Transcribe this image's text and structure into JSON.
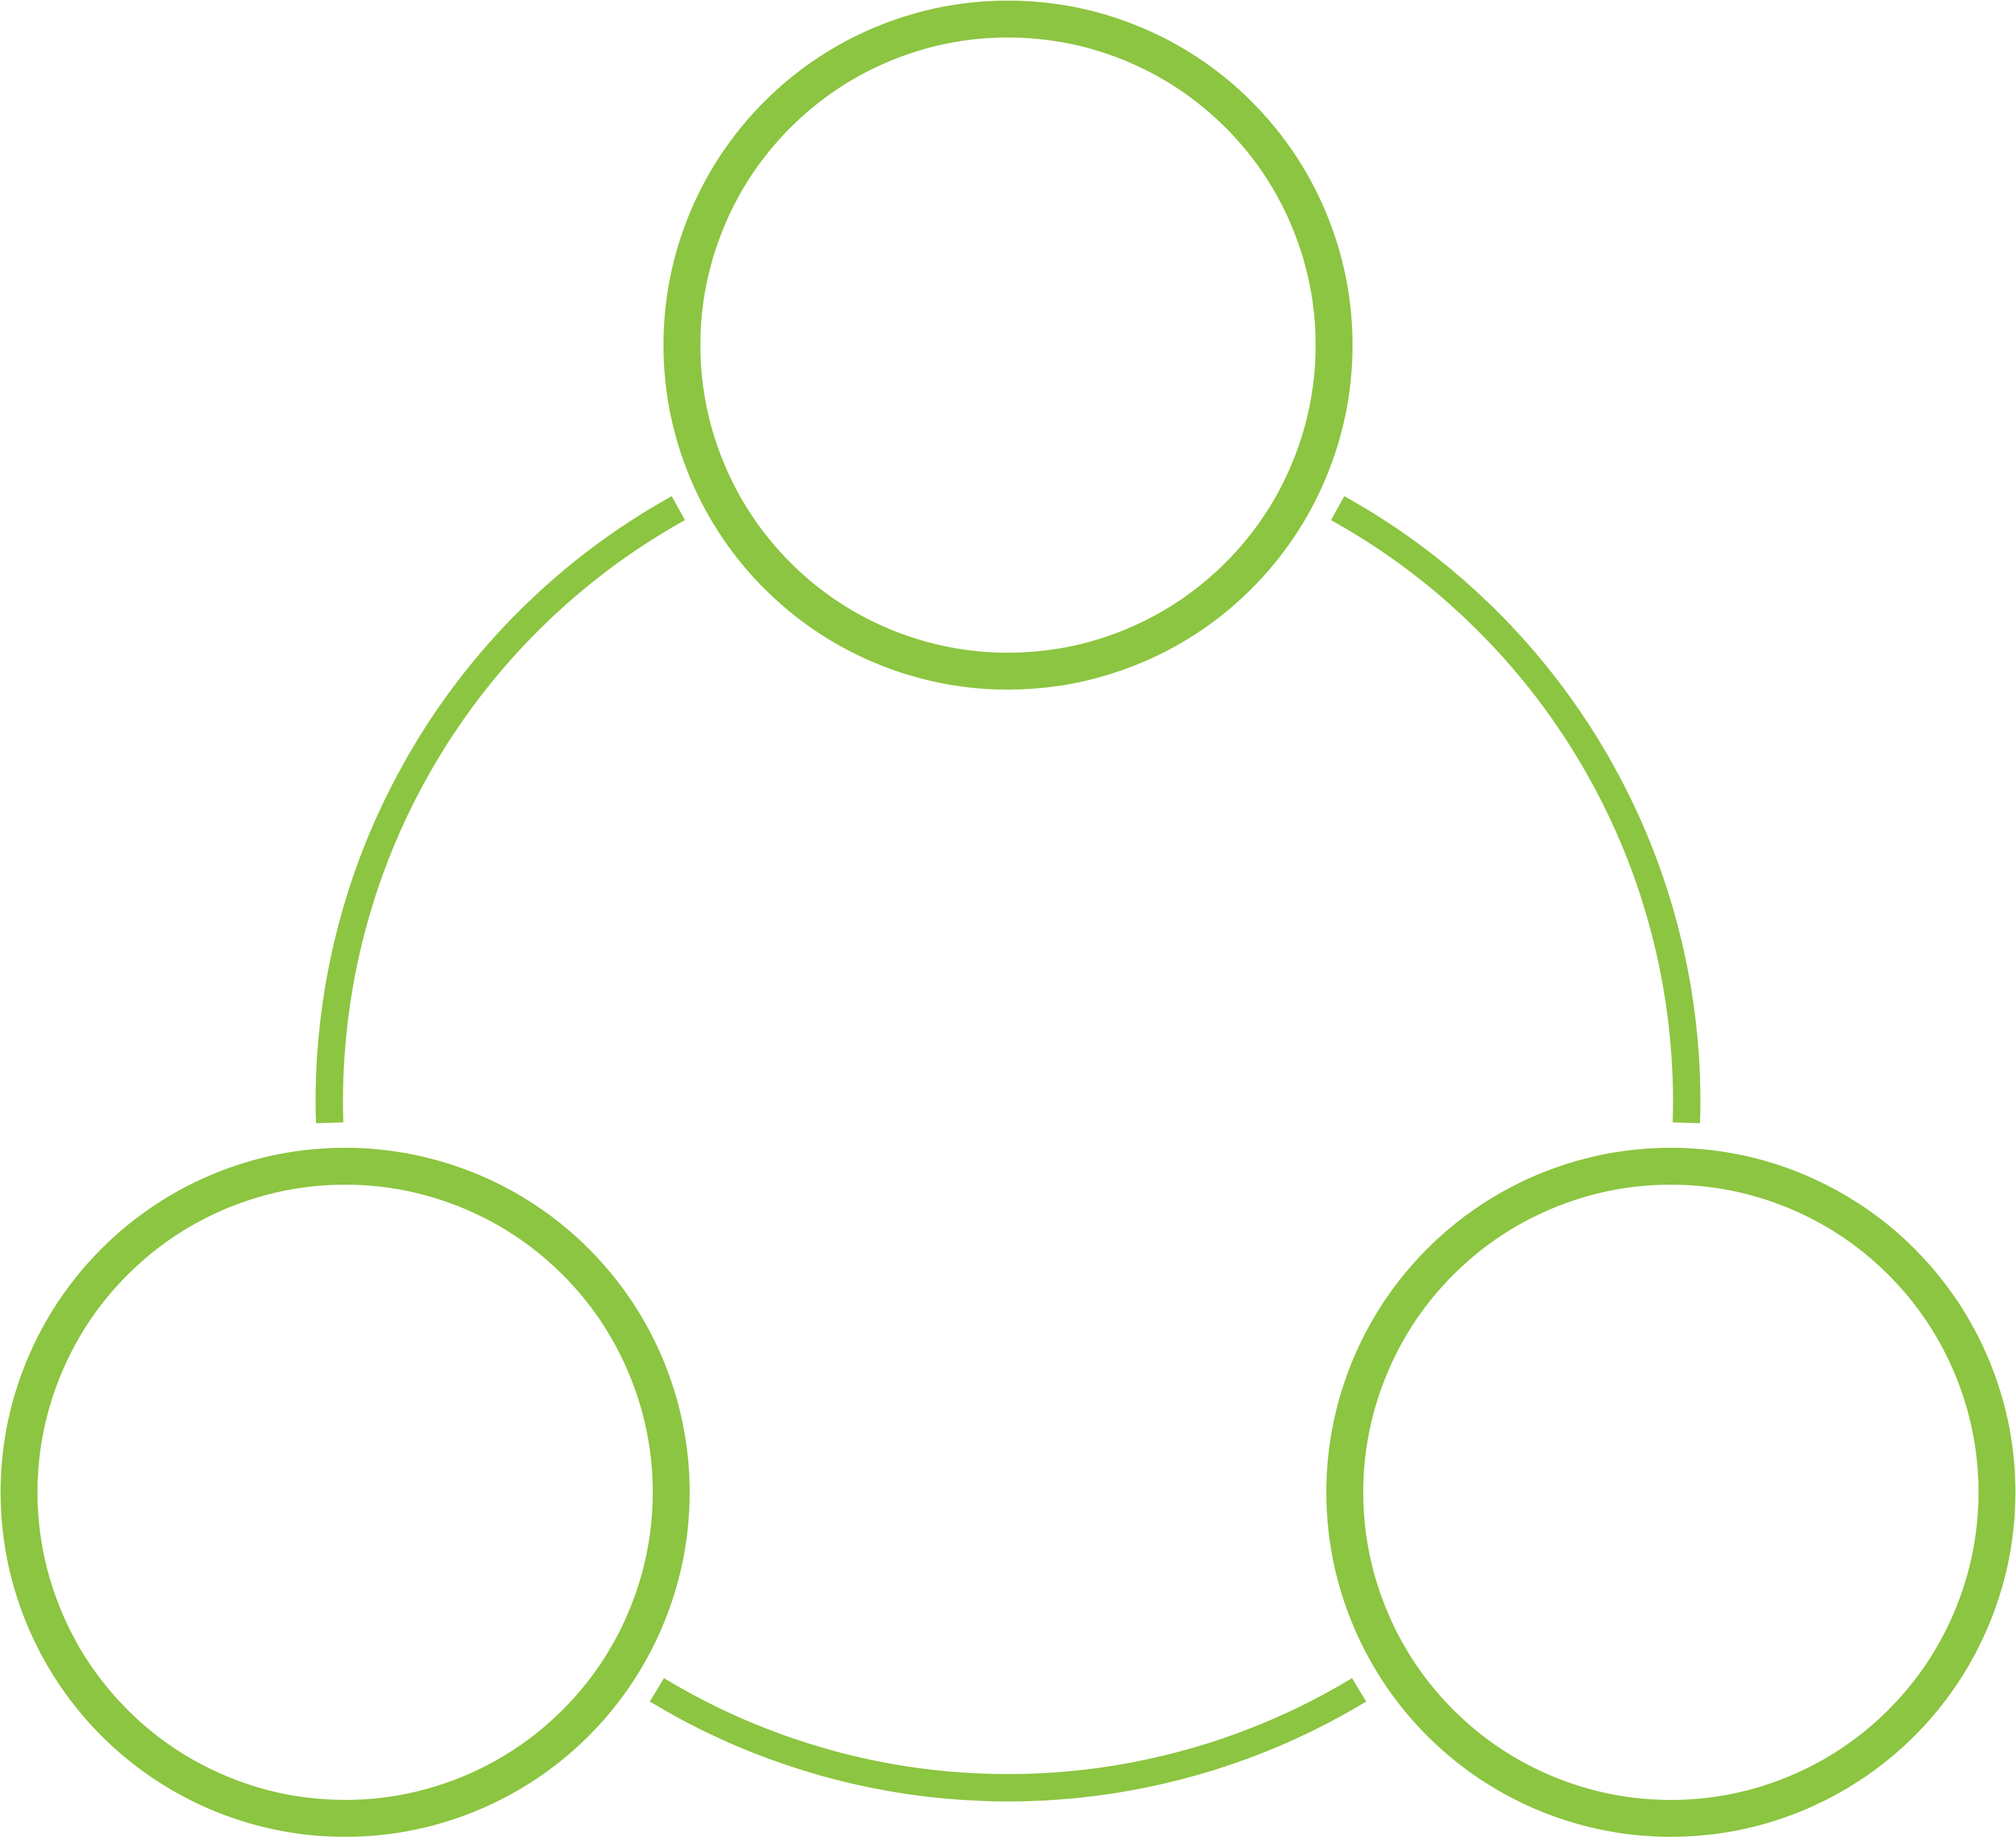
{
  "diagram": {
    "shape": "three-node-cycle",
    "stroke_color": "#8cc541",
    "background_color": "#ffffff",
    "nodes": [
      {
        "id": "top",
        "label": ""
      },
      {
        "id": "bottom-left",
        "label": ""
      },
      {
        "id": "bottom-right",
        "label": ""
      }
    ],
    "connectors": [
      {
        "from": "top",
        "to": "bottom-left"
      },
      {
        "from": "top",
        "to": "bottom-right"
      },
      {
        "from": "bottom-left",
        "to": "bottom-right"
      }
    ]
  }
}
